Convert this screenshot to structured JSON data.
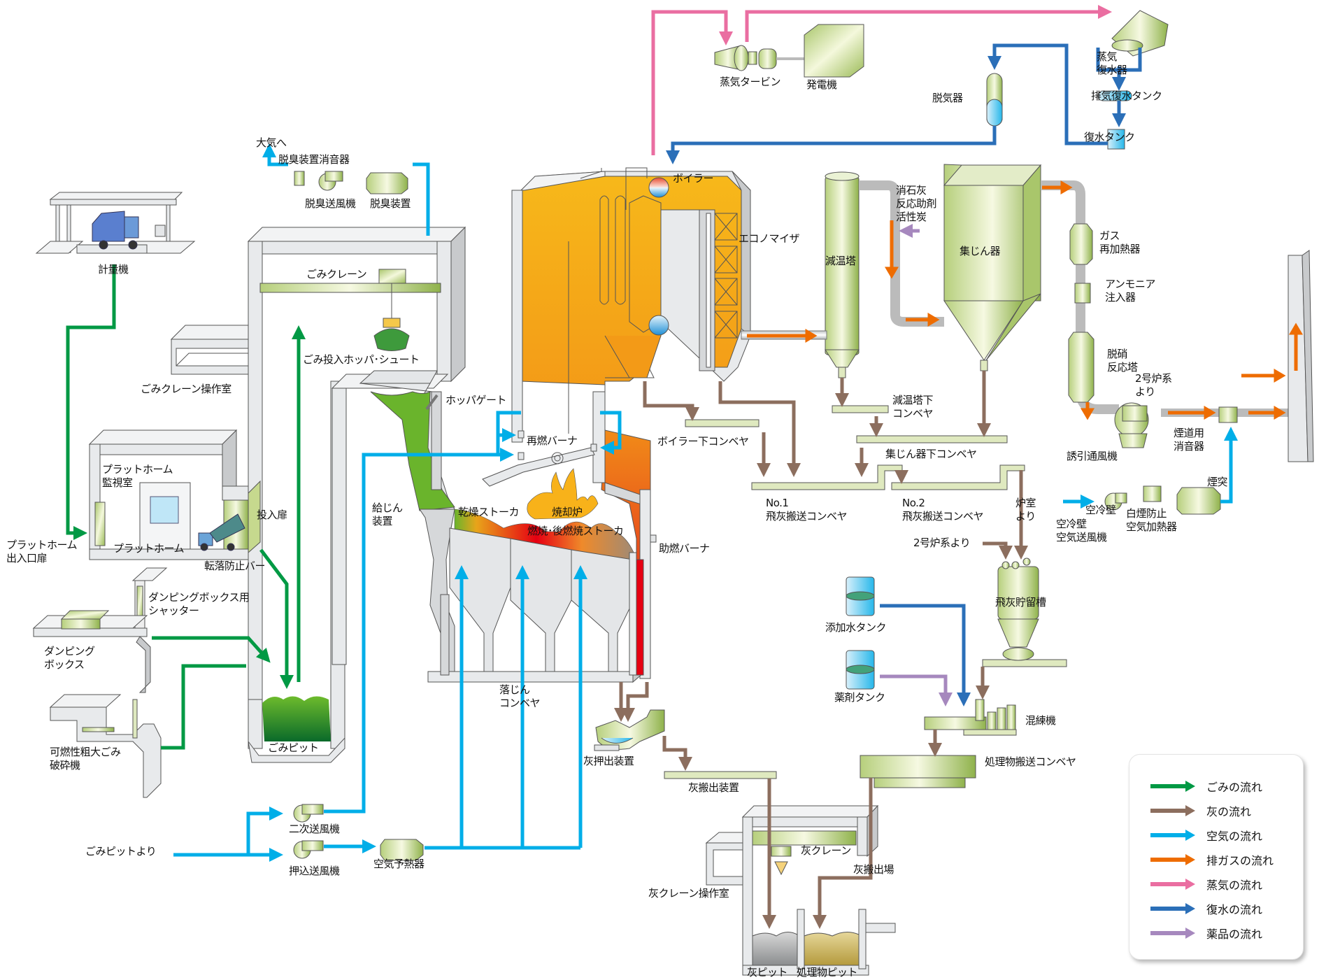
{
  "title": "ごみ焼却施設 処理フロー",
  "colors": {
    "waste": "#009944",
    "ash": "#8c6e5e",
    "air": "#00aee8",
    "exhaust": "#ee6c00",
    "steam": "#ea6ea1",
    "condensate": "#2b6fb8",
    "chemical": "#a688be",
    "equipment": "#c8dc9a",
    "structure": "#e8eaec"
  },
  "labels": {
    "to_atmosphere": "大気へ",
    "deodorizer_silencer": "脱臭装置消音器",
    "deodorizer_fan": "脱臭送風機",
    "deodorizer": "脱臭装置",
    "weighing_machine": "計量機",
    "waste_crane": "ごみクレーン",
    "waste_crane_room": "ごみクレーン操作室",
    "hopper_chute": "ごみ投入ホッパ･シュート",
    "hopper_gate": "ホッパゲート",
    "platform_room": "プラットホーム\n監視室",
    "platform": "プラットホーム",
    "platform_door": "プラットホーム\n出入口扉",
    "input_door": "投入扉",
    "fall_bar": "転落防止バー",
    "dumping_shutter": "ダンピングボックス用\nシャッター",
    "dumping_box": "ダンピング\nボックス",
    "crusher": "可燃性粗大ごみ\n破砕機",
    "waste_pit": "ごみピット",
    "feeder": "給じん\n装置",
    "reburn_burner": "再燃バーナ",
    "drying_stoker": "乾燥ストーカ",
    "incinerator": "焼却炉",
    "combustion_stoker": "燃焼･後燃焼ストーカ",
    "aux_burner": "助燃バーナ",
    "dust_conveyor": "落じん\nコンベヤ",
    "from_pit": "ごみピットより",
    "secondary_fan": "二次送風機",
    "forced_fan": "押込送風機",
    "air_preheater": "空気予熱器",
    "ash_extruder": "灰押出装置",
    "ash_discharge": "灰搬出装置",
    "ash_crane": "灰クレーン",
    "ash_crane_room": "灰クレーン操作室",
    "ash_yard": "灰搬出場",
    "ash_pit": "灰ピット",
    "treated_pit": "処理物ピット",
    "steam_turbine": "蒸気タービン",
    "generator": "発電機",
    "boiler": "ボイラー",
    "economizer": "エコノマイザ",
    "deaerator": "脱気器",
    "condenser": "蒸気\n復水器",
    "exhaust_condensate_tank": "排気復水タンク",
    "condensate_tank": "復水タンク",
    "cooling_tower": "減温塔",
    "reagents": "消石灰\n反応助剤\n活性炭",
    "dust_collector": "集じん器",
    "gas_reheater": "ガス\n再加熱器",
    "ammonia_injector": "アンモニア\n注入器",
    "denox_tower": "脱硝\n反応塔",
    "id_fan": "誘引通風機",
    "from_line2_top": "2号炉系\nより",
    "flue_silencer": "煙道用\n消音器",
    "stack": "煙突",
    "from_furnace_room": "炉室\nより",
    "aircooled_wall_fan": "空冷壁\n空気送風機",
    "aircooled_wall": "空冷壁",
    "plume_heater": "白煙防止\n空気加熱器",
    "boiler_conveyor": "ボイラー下コンベヤ",
    "cooling_conveyor": "減温塔下\nコンベヤ",
    "collector_conveyor": "集じん器下コンベヤ",
    "fly_ash_conv1": "No.1\n飛灰搬送コンベヤ",
    "fly_ash_conv2": "No.2\n飛灰搬送コンベヤ",
    "from_line2_ash": "2号炉系より",
    "fly_ash_silo": "飛灰貯留槽",
    "water_tank": "添加水タンク",
    "chemical_tank": "薬剤タンク",
    "kneader": "混練機",
    "treated_conveyor": "処理物搬送コンベヤ"
  },
  "legend": [
    {
      "label": "ごみの流れ",
      "color": "#009944"
    },
    {
      "label": "灰の流れ",
      "color": "#8c6e5e"
    },
    {
      "label": "空気の流れ",
      "color": "#00aee8"
    },
    {
      "label": "排ガスの流れ",
      "color": "#ee6c00"
    },
    {
      "label": "蒸気の流れ",
      "color": "#ea6ea1"
    },
    {
      "label": "復水の流れ",
      "color": "#2b6fb8"
    },
    {
      "label": "薬品の流れ",
      "color": "#a688be"
    }
  ]
}
